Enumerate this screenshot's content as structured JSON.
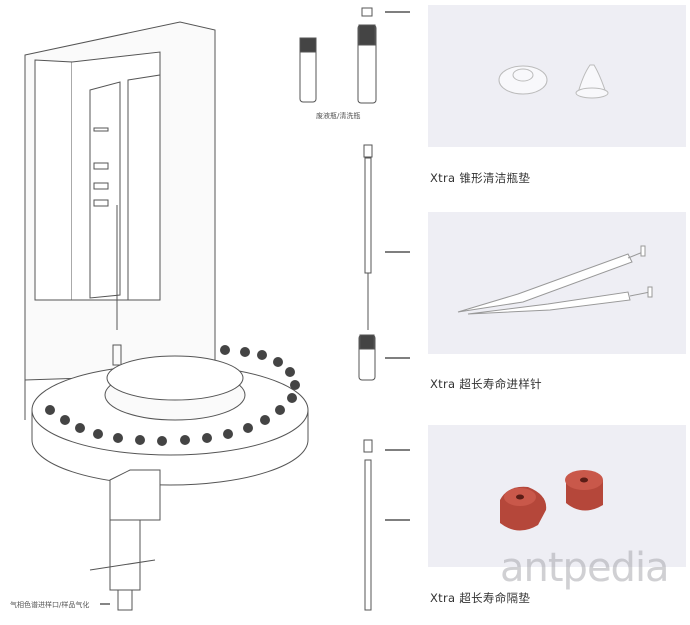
{
  "labels": {
    "waste_bottle": "废液瓶/清洗瓶",
    "injection_port": "气相色谱进样口/样品气化",
    "cone_septum": "Xtra 锥形清洁瓶垫",
    "syringe": "Xtra 超长寿命进样针",
    "septum": "Xtra 超长寿命隔垫"
  },
  "watermark": "antpedia",
  "colors": {
    "panel_bg": "#eeeef4",
    "septum_red": "#b5473a"
  }
}
